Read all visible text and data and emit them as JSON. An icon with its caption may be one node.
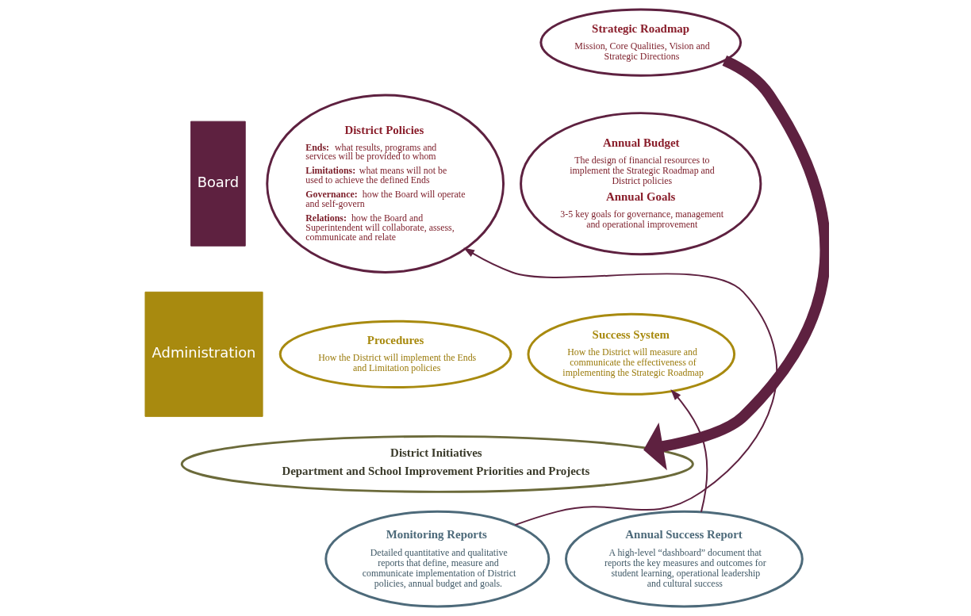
{
  "diagram": {
    "nodes": [
      {
        "text": [
          "Board"
        ]
      },
      {
        "text": [
          "Administration"
        ]
      },
      {
        "text": [
          "Strategic Roadmap",
          "Mission, Core Qualities, Vision and Strategic Directions"
        ]
      },
      {
        "text": [
          "District Policies",
          "**Ends:** what results, programs and services will be provided to whom",
          "**Limitations:** what means will not be used to achieve the defined Ends",
          "**Governance:** how the Board will operate and self-govern",
          "**Relations:** how the Board and Superintendent will collaborate, assess, communicate and relate"
        ]
      },
      {
        "text": [
          "Annual Budget",
          "The design of financial resources to implement the Strategic Roadmap and District policies",
          "Annual Goals",
          "3-5 key goals for governance, management and operational improvement"
        ]
      },
      {
        "text": [
          "Procedures",
          "How the District will implement the Ends and Limitation policies"
        ]
      },
      {
        "text": [
          "Success System",
          "How the District will measure and communicate the effectiveness of implementing the Strategic Roadmap"
        ]
      },
      {
        "text": [
          "District Initiatives",
          "Department and School Improvement Priorities and Projects"
        ]
      },
      {
        "text": [
          "Monitoring Reports",
          "Detailed quantitative and qualitative reports that define, measure and communicate implementation of District policies, annual budget and goals."
        ]
      },
      {
        "text": [
          "Annual Success Report",
          "A high-level “dashboard” document that reports the key measures and outcomes for student learning, operational leadership and cultural success"
        ]
      }
    ],
    "edges": [
      {
        "from": 2,
        "to": 7,
        "arrow": "to",
        "style": "thick"
      },
      {
        "from": 8,
        "to": 3,
        "arrow": "to"
      },
      {
        "from": 9,
        "to": 6,
        "arrow": "to"
      }
    ]
  }
}
